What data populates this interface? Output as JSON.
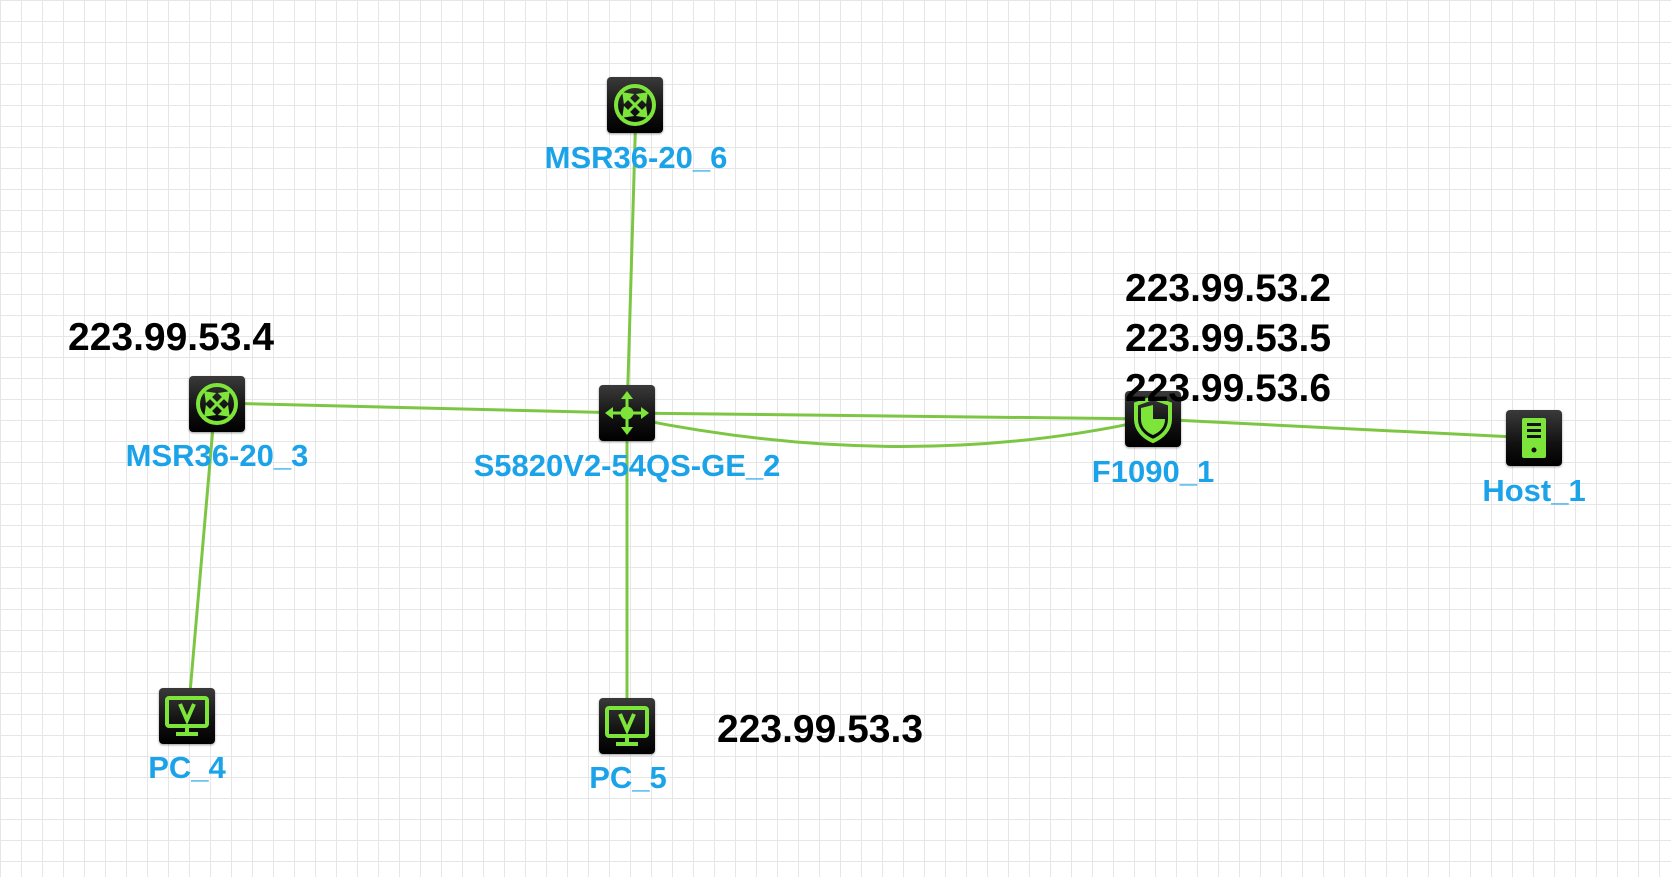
{
  "colors": {
    "link": "#7cc644",
    "label": "#1aa3e8",
    "ip": "#000000",
    "icon": "#7de53a"
  },
  "devices": [
    {
      "id": "msr6",
      "name": "MSR36-20_6",
      "icon": "router-icon"
    },
    {
      "id": "msr3",
      "name": "MSR36-20_3",
      "icon": "router-icon"
    },
    {
      "id": "sw",
      "name": "S5820V2-54QS-GE_2",
      "icon": "switch-icon"
    },
    {
      "id": "fw",
      "name": "F1090_1",
      "icon": "firewall-icon"
    },
    {
      "id": "host",
      "name": "Host_1",
      "icon": "server-icon"
    },
    {
      "id": "pc4",
      "name": "PC_4",
      "icon": "pc-icon"
    },
    {
      "id": "pc5",
      "name": "PC_5",
      "icon": "pc-icon"
    }
  ],
  "links": [
    {
      "from": "msr6",
      "to": "sw"
    },
    {
      "from": "msr3",
      "to": "sw"
    },
    {
      "from": "msr3",
      "to": "pc4"
    },
    {
      "from": "sw",
      "to": "pc5"
    },
    {
      "from": "sw",
      "to": "fw"
    },
    {
      "from": "sw",
      "to": "fw",
      "curved": true
    },
    {
      "from": "fw",
      "to": "host"
    }
  ],
  "annotations": {
    "msr3_ip": "223.99.53.4",
    "pc5_ip": "223.99.53.3",
    "fw_ips": [
      "223.99.53.2",
      "223.99.53.5",
      "223.99.53.6"
    ]
  }
}
